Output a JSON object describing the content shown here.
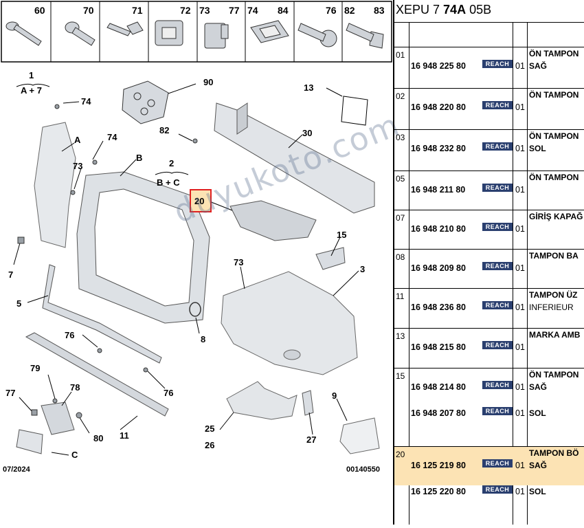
{
  "header": {
    "prefix": "XEPU 7",
    "bold": "74A",
    "suffix": "05B"
  },
  "parts_bar": [
    "60",
    "70",
    "71",
    "72",
    "73",
    "77",
    "74",
    "84",
    "76",
    "82",
    "83"
  ],
  "diagram": {
    "labels": [
      {
        "id": "1",
        "text": "1"
      },
      {
        "id": "1sub",
        "text": "A + 7"
      },
      {
        "id": "74a",
        "text": "74"
      },
      {
        "id": "A",
        "text": "A"
      },
      {
        "id": "74b",
        "text": "74"
      },
      {
        "id": "73a",
        "text": "73"
      },
      {
        "id": "B",
        "text": "B"
      },
      {
        "id": "2",
        "text": "2"
      },
      {
        "id": "2sub",
        "text": "B + C"
      },
      {
        "id": "90",
        "text": "90"
      },
      {
        "id": "82",
        "text": "82"
      },
      {
        "id": "13",
        "text": "13"
      },
      {
        "id": "30",
        "text": "30"
      },
      {
        "id": "20",
        "text": "20"
      },
      {
        "id": "15",
        "text": "15"
      },
      {
        "id": "73b",
        "text": "73"
      },
      {
        "id": "3",
        "text": "3"
      },
      {
        "id": "7",
        "text": "7"
      },
      {
        "id": "5",
        "text": "5"
      },
      {
        "id": "8",
        "text": "8"
      },
      {
        "id": "76a",
        "text": "76"
      },
      {
        "id": "76b",
        "text": "76"
      },
      {
        "id": "79",
        "text": "79"
      },
      {
        "id": "78",
        "text": "78"
      },
      {
        "id": "77",
        "text": "77"
      },
      {
        "id": "80",
        "text": "80"
      },
      {
        "id": "C",
        "text": "C"
      },
      {
        "id": "11",
        "text": "11"
      },
      {
        "id": "25",
        "text": "25"
      },
      {
        "id": "26",
        "text": "26"
      },
      {
        "id": "27",
        "text": "27"
      },
      {
        "id": "9",
        "text": "9"
      }
    ],
    "date": "07/2024",
    "code": "00140550",
    "watermark": "duyukoto.com"
  },
  "rows": [
    {
      "ref": "01",
      "lines": [
        {
          "pn": "16 948 225 80",
          "badge": "REACH",
          "qty": "01"
        }
      ],
      "desc": "ÖN TAMPON",
      "desc2": "SAĞ"
    },
    {
      "ref": "02",
      "lines": [
        {
          "pn": "16 948 220 80",
          "badge": "REACH",
          "qty": "01"
        }
      ],
      "desc": "ÖN TAMPON",
      "desc2": ""
    },
    {
      "ref": "03",
      "lines": [
        {
          "pn": "16 948 232 80",
          "badge": "REACH",
          "qty": "01"
        }
      ],
      "desc": "ÖN TAMPON",
      "desc2": "SOL"
    },
    {
      "ref": "05",
      "lines": [
        {
          "pn": "16 948 211 80",
          "badge": "REACH",
          "qty": "01"
        }
      ],
      "desc": "ÖN TAMPON",
      "desc2": ""
    },
    {
      "ref": "07",
      "lines": [
        {
          "pn": "16 948 210 80",
          "badge": "REACH",
          "qty": "01"
        }
      ],
      "desc": "GİRİŞ KAPAĞ",
      "desc2": ""
    },
    {
      "ref": "08",
      "lines": [
        {
          "pn": "16 948 209 80",
          "badge": "REACH",
          "qty": "01"
        }
      ],
      "desc": "TAMPON BA",
      "desc2": ""
    },
    {
      "ref": "11",
      "lines": [
        {
          "pn": "16 948 236 80",
          "badge": "REACH",
          "qty": "01"
        }
      ],
      "desc": "TAMPON ÜZ",
      "desc2": "INFERIEUR"
    },
    {
      "ref": "13",
      "lines": [
        {
          "pn": "16 948 215 80",
          "badge": "REACH",
          "qty": "01"
        }
      ],
      "desc": "MARKA AMB",
      "desc2": ""
    },
    {
      "ref": "15",
      "lines": [
        {
          "pn": "16 948 214 80",
          "badge": "REACH",
          "qty": "01",
          "side": "SAĞ"
        },
        {
          "pn": "16 948 207 80",
          "badge": "REACH",
          "qty": "01",
          "side": "SOL"
        }
      ],
      "desc": "ÖN TAMPON",
      "desc2": ""
    },
    {
      "ref": "20",
      "lines": [
        {
          "pn": "16 125 219 80",
          "badge": "REACH",
          "qty": "01",
          "side": "SAĞ"
        },
        {
          "pn": "16 125 220 80",
          "badge": "REACH",
          "qty": "01",
          "side": "SOL"
        }
      ],
      "desc": "TAMPON BÖ",
      "desc2": "",
      "highlight": true
    }
  ]
}
